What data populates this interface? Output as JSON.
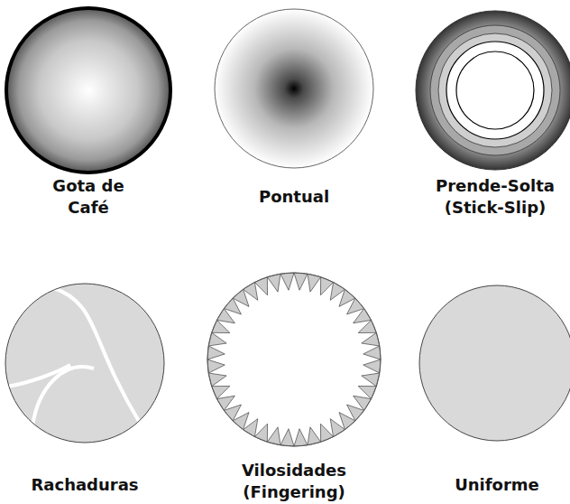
{
  "diagram": {
    "nodes": [
      {
        "text": [
          "Gota de Café"
        ]
      },
      {
        "text": [
          "Pontual"
        ]
      },
      {
        "text": [
          "Prende-Solta (Stick-Slip)"
        ]
      },
      {
        "text": [
          "Rachaduras"
        ]
      },
      {
        "text": [
          "Vilosidades (Fingering)"
        ]
      },
      {
        "text": [
          "Uniforme"
        ]
      }
    ]
  }
}
